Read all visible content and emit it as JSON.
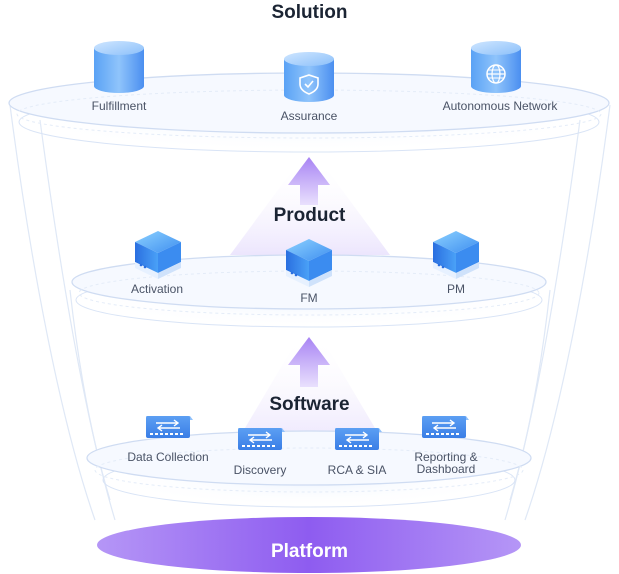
{
  "layers": {
    "solution": {
      "title": "Solution",
      "items": [
        {
          "label": "Fulfillment",
          "icon": "database-icon"
        },
        {
          "label": "Assurance",
          "icon": "shield-database-icon"
        },
        {
          "label": "Autonomous Network",
          "icon": "globe-database-icon"
        }
      ]
    },
    "product": {
      "title": "Product",
      "items": [
        {
          "label": "Activation",
          "icon": "server-cube-icon"
        },
        {
          "label": "FM",
          "icon": "server-cube-icon"
        },
        {
          "label": "PM",
          "icon": "server-cube-icon"
        }
      ]
    },
    "software": {
      "title": "Software",
      "items": [
        {
          "label": "Data Collection",
          "icon": "network-switch-icon"
        },
        {
          "label": "Discovery",
          "icon": "network-switch-icon"
        },
        {
          "label": "RCA & SIA",
          "icon": "network-switch-icon"
        },
        {
          "label_line1": "Reporting &",
          "label_line2": "Dashboard",
          "icon": "network-switch-icon"
        }
      ]
    },
    "platform": {
      "title": "Platform"
    }
  },
  "colors": {
    "accent_blue": "#3d7fe6",
    "accent_purple": "#9b6cf0",
    "title_text": "#1b2433",
    "label_text": "#4a5366"
  }
}
